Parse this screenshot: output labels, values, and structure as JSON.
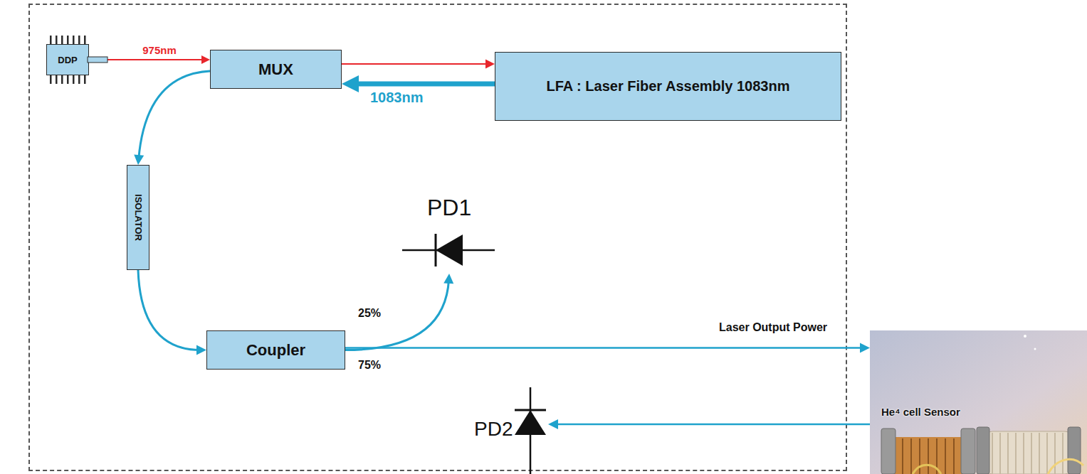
{
  "diagram": {
    "nodes": [
      {
        "text": [
          "DDP"
        ]
      },
      {
        "text": [
          "MUX"
        ]
      },
      {
        "text": [
          "LFA : Laser Fiber Assembly 1083nm"
        ]
      },
      {
        "text": [
          "ISOLATOR"
        ]
      },
      {
        "text": [
          "Coupler"
        ]
      },
      {
        "text": [
          "PD1"
        ]
      },
      {
        "text": [
          "PD2"
        ]
      },
      {
        "text": [
          "He⁴ cell Sensor"
        ]
      }
    ],
    "edges": [
      {
        "from": 0,
        "to": 1,
        "arrow": "to",
        "label": "975nm"
      },
      {
        "from": 1,
        "to": 2,
        "arrow": "to"
      },
      {
        "from": 2,
        "to": 1,
        "arrow": "to",
        "label": "1083nm"
      },
      {
        "from": 1,
        "to": 3,
        "arrow": "to"
      },
      {
        "from": 3,
        "to": 4,
        "arrow": "to"
      },
      {
        "from": 4,
        "to": 5,
        "arrow": "to",
        "label": "25%"
      },
      {
        "from": 4,
        "to": 7,
        "arrow": "to",
        "label": "75%"
      },
      {
        "from": 7,
        "to": 6,
        "arrow": "to"
      }
    ],
    "labels": [
      "Laser Output Power"
    ]
  }
}
